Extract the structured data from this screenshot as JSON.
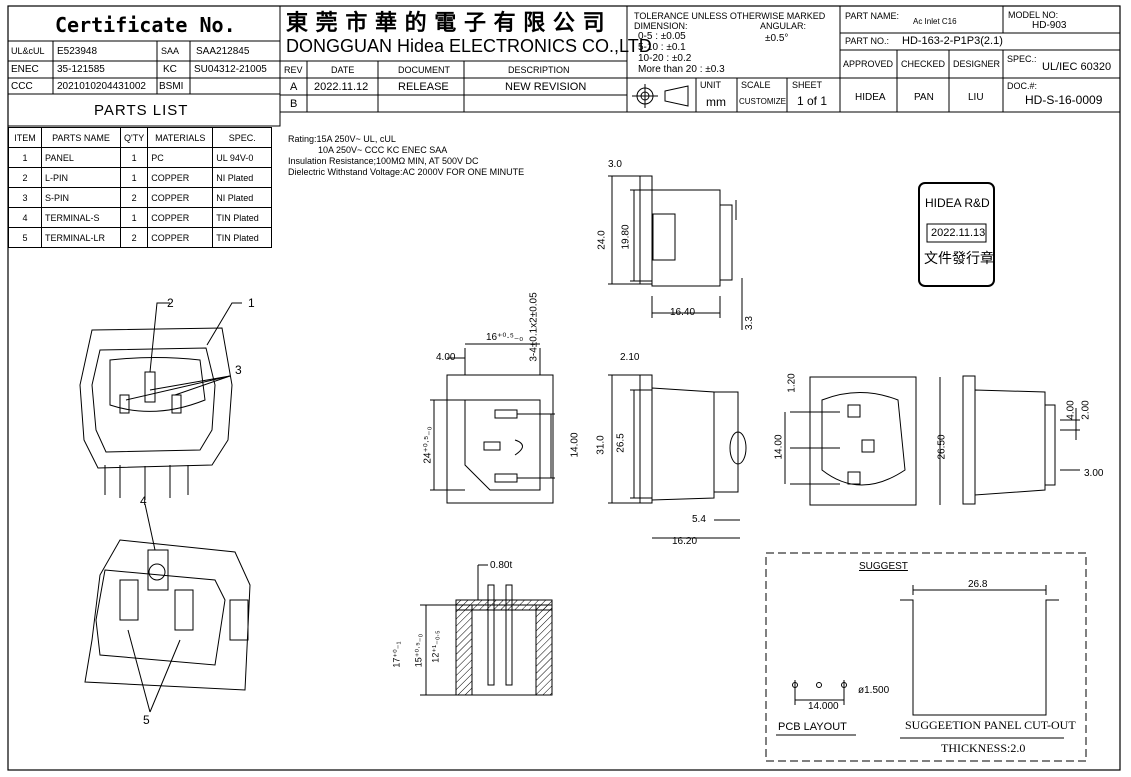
{
  "certificate": {
    "title": "Certificate No.",
    "rows": [
      {
        "org": "UL&cUL",
        "no": "E523948",
        "org2": "SAA",
        "no2": "SAA212845"
      },
      {
        "org": "ENEC",
        "no": "35-121585",
        "org2": "KC",
        "no2": "SU04312-21005"
      },
      {
        "org": "CCC",
        "no": "2021010204431002",
        "org2": "BSMI",
        "no2": ""
      }
    ]
  },
  "company": {
    "chinese": "東 莞 市 華 的 電 子 有 限 公 司",
    "english": "DONGGUAN Hidea ELECTRONICS CO.,LTD"
  },
  "revision": {
    "headers": [
      "REV",
      "DATE",
      "DOCUMENT",
      "DESCRIPTION"
    ],
    "rows": [
      {
        "rev": "A",
        "date": "2022.11.12",
        "doc": "RELEASE",
        "desc": "NEW REVISION"
      },
      {
        "rev": "B",
        "date": "",
        "doc": "",
        "desc": ""
      }
    ]
  },
  "tolerance": {
    "l1": "TOLERANCE UNLESS OTHERWISE MARKED",
    "l2": "DIMENSION:",
    "l2b": "ANGULAR:",
    "l3": "0-5    :  ±0.05",
    "l3b": "±0.5°",
    "l4": "5-10   :  ±0.1",
    "l5": "10-20  :  ±0.2",
    "l6": "More than 20 : ±0.3"
  },
  "units": {
    "unit_label": "UNIT",
    "unit": "mm",
    "scale_label": "SCALE",
    "scale": "CUSTOMIZE",
    "sheet_label": "SHEET",
    "sheet": "1  of  1"
  },
  "titleblock": {
    "part_name_label": "PART NAME:",
    "part_name": "Ac Inlet C16",
    "model_label": "MODEL NO:",
    "model": "HD-903",
    "part_no_label": "PART NO.:",
    "part_no": "HD-163-2-P1P3(2.1)",
    "approved": "APPROVED",
    "checked": "CHECKED",
    "designer": "DESIGNER",
    "spec_label": "SPEC.:",
    "spec": "UL/IEC 60320",
    "approved_by": "HIDEA",
    "checked_by": "PAN",
    "designed_by": "LIU",
    "doc_label": "DOC.#:",
    "doc": "HD-S-16-0009"
  },
  "parts_list": {
    "title": "PARTS LIST",
    "headers": [
      "ITEM",
      "PARTS NAME",
      "Q'TY",
      "MATERIALS",
      "SPEC."
    ],
    "rows": [
      [
        "1",
        "PANEL",
        "1",
        "PC",
        "UL 94V-0"
      ],
      [
        "2",
        "L-PIN",
        "1",
        "COPPER",
        "NI Plated"
      ],
      [
        "3",
        "S-PIN",
        "2",
        "COPPER",
        "NI Plated"
      ],
      [
        "4",
        "TERMINAL-S",
        "1",
        "COPPER",
        "TIN Plated"
      ],
      [
        "5",
        "TERMINAL-LR",
        "2",
        "COPPER",
        "TIN Plated"
      ]
    ]
  },
  "ratings": {
    "l1": "Rating:15A 250V~ UL, cUL",
    "l2": "10A 250V~ CCC KC ENEC SAA",
    "l3": "Insulation Resistance;100MΩ MIN, AT 500V DC",
    "l4": "Dielectric Withstand Voltage:AC 2000V FOR ONE MINUTE"
  },
  "stamp": {
    "line1": "HIDEA R&D",
    "date": "2022.11.13",
    "line3": "文件發行章"
  },
  "dims": {
    "d3_0": "3.0",
    "d24_0": "24.0",
    "d19_80": "19.80",
    "d16_40": "16.40",
    "d3_3": "3.3",
    "d16tol": "16⁺⁰·⁵₋₀",
    "d4_00": "4.00",
    "d3_4": "3-4±0.1x2±0.05",
    "d24tol": "24⁺⁰·⁵₋₀",
    "d14_00a": "14.00",
    "d2_10": "2.10",
    "d31_0": "31.0",
    "d26_5": "26.5",
    "d5_4": "5.4",
    "d16_20": "16.20",
    "d1_20": "1.20",
    "d14_00b": "14.00",
    "d26_50": "26.50",
    "d4_00b": "4.00",
    "d2_00": "2.00",
    "d3_00": "3.00",
    "d0_80t": "0.80t",
    "d17": "17⁺⁰₋₁",
    "d15": "15⁺⁰·⁵₋₀",
    "d12": "12⁺¹₋₀.₅"
  },
  "callouts": {
    "c1": "1",
    "c2": "2",
    "c3": "3",
    "c4": "4",
    "c5": "5"
  },
  "suggest": {
    "title": "SUGGEST",
    "d26_8": "26.8",
    "pcb_label": "PCB LAYOUT",
    "d14_000": "14.000",
    "d1_500": "ø1.500",
    "cutout": "SUGGEETION PANEL CUT-OUT",
    "thickness": "THICKNESS:2.0"
  }
}
